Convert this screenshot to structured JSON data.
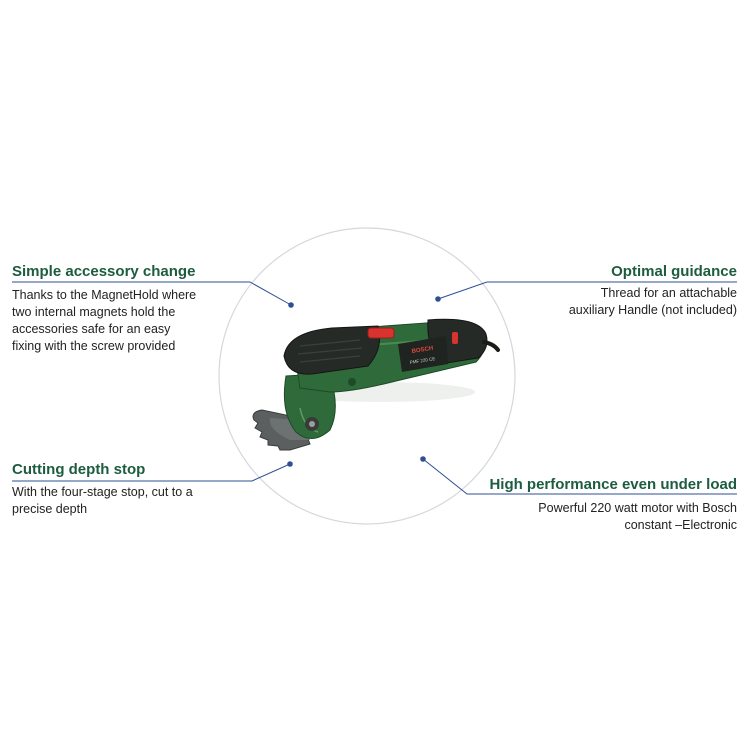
{
  "colors": {
    "heading": "#1d5c3f",
    "text": "#222222",
    "leader_line": "#2f4f93",
    "circle": "#d4d8de",
    "tool_body": "#2f6b3a",
    "tool_grip": "#262a27",
    "tool_switch": "#d8332e"
  },
  "tool": {
    "brand": "BOSCH",
    "model": "PMF 220 CE"
  },
  "features": [
    {
      "title": "Simple accessory change",
      "description_lines": [
        "Thanks to the MagnetHold where",
        "two internal magnets hold the",
        "accessories safe for an easy",
        "fixing with the screw provided"
      ]
    },
    {
      "title": "Optimal guidance",
      "description_lines": [
        "Thread for an attachable",
        "auxiliary Handle (not included)"
      ]
    },
    {
      "title": "Cutting depth stop",
      "description_lines": [
        "With the four-stage stop, cut to a",
        "precise depth"
      ]
    },
    {
      "title": "High performance even under load",
      "description_lines": [
        "Powerful 220 watt motor with Bosch",
        "constant –Electronic"
      ]
    }
  ]
}
